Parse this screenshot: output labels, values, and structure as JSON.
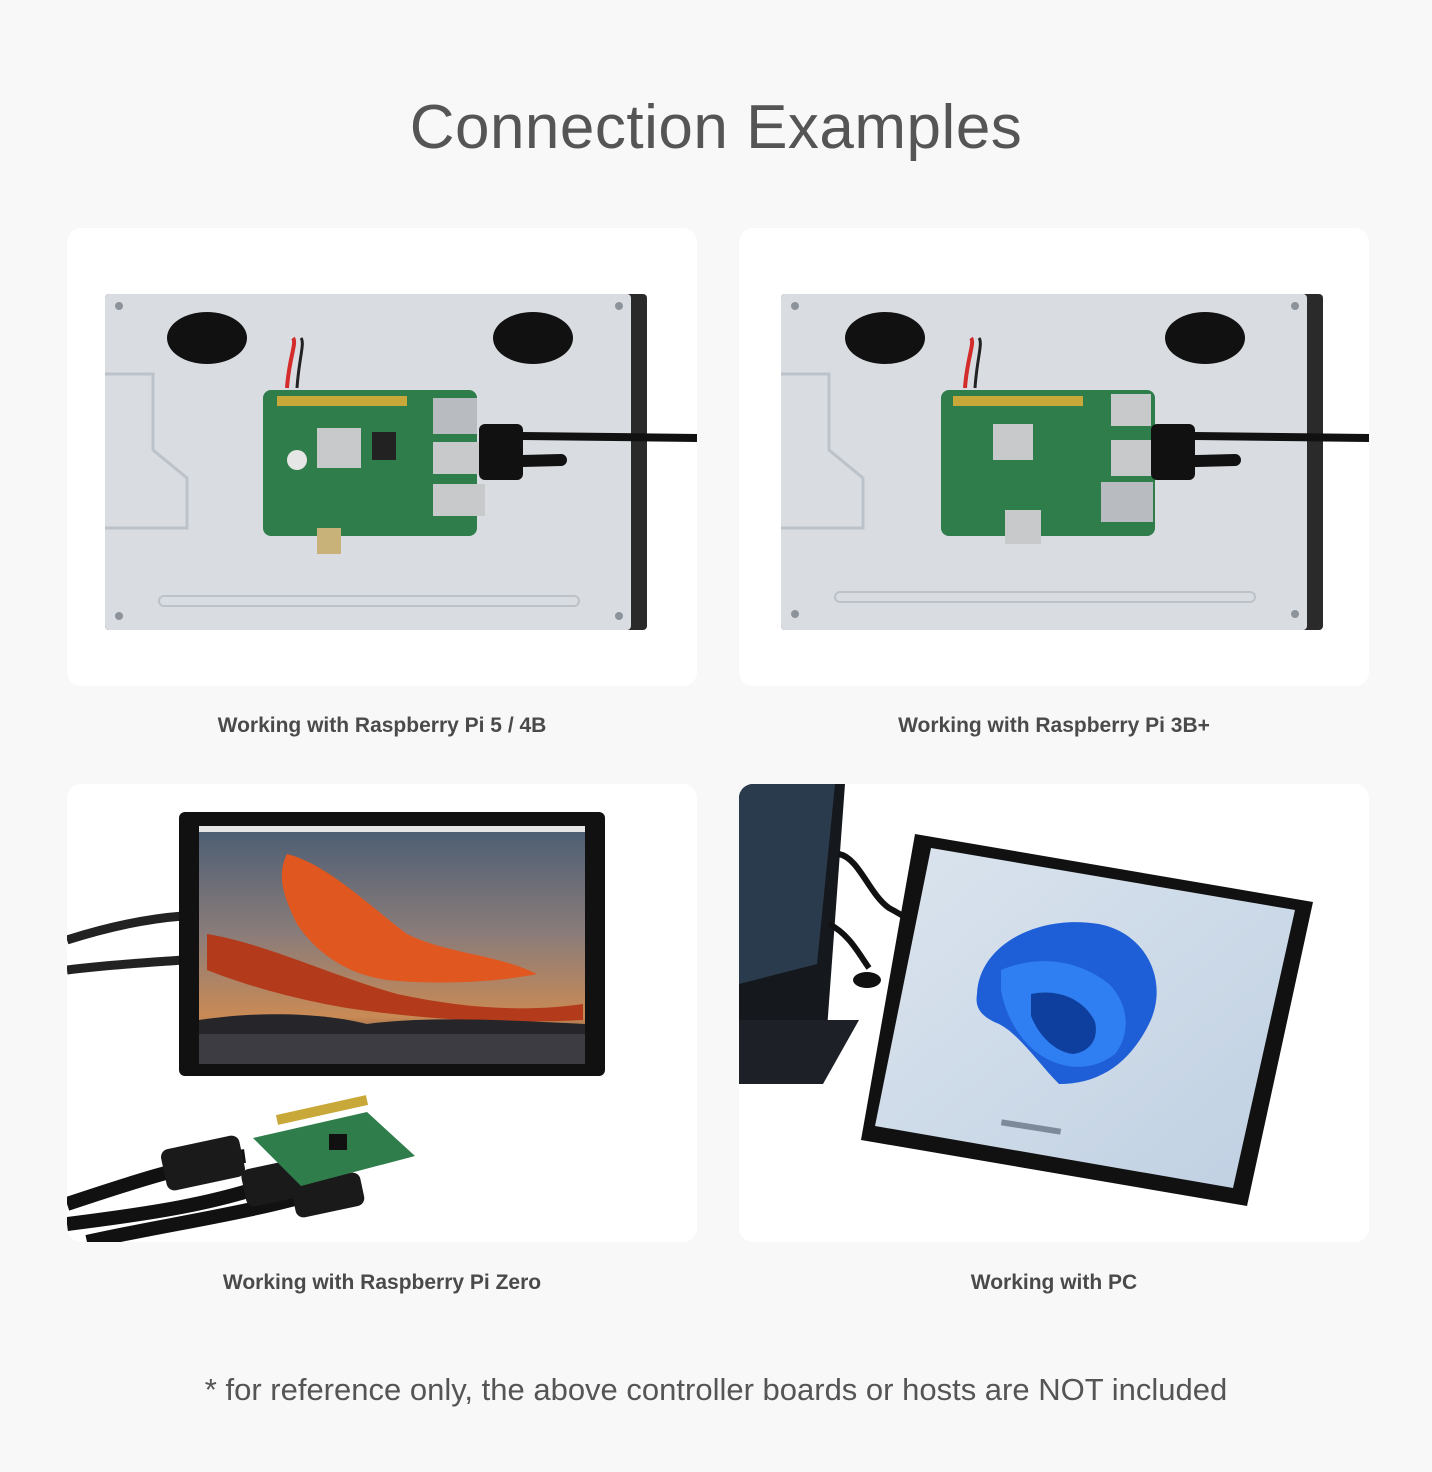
{
  "page": {
    "title": "Connection Examples",
    "footnote": "* for reference only, the above controller boards or hosts are NOT included"
  },
  "examples": [
    {
      "caption": "Working with Raspberry Pi 5 / 4B"
    },
    {
      "caption": "Working with Raspberry Pi 3B+"
    },
    {
      "caption": "Working with Raspberry Pi Zero"
    },
    {
      "caption": "Working with PC"
    }
  ],
  "colors": {
    "background": "#f8f8f8",
    "card": "#ffffff",
    "text": "#4a4a4a",
    "metal_plate": "#d9dde2",
    "pcb_green": "#2f7d4a",
    "windows_blue": "#1e5fd8"
  }
}
